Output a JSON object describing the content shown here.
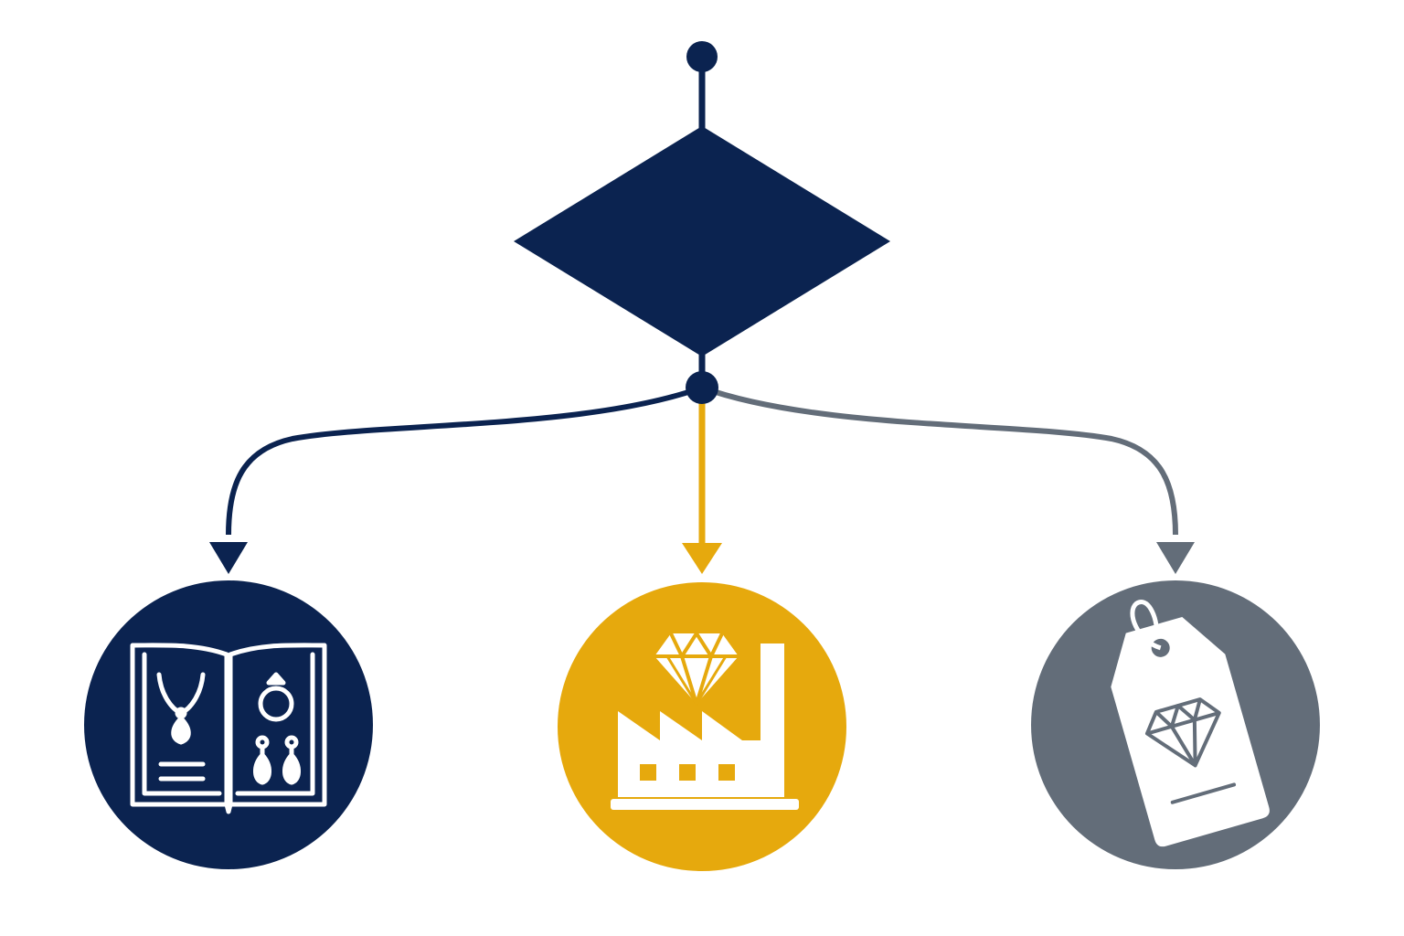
{
  "diagram": {
    "type": "decision-flowchart",
    "start": {
      "shape": "dot"
    },
    "decision": {
      "shape": "diamond",
      "label": ""
    },
    "branches": [
      {
        "id": "catalog",
        "icon": "jewelry-catalog-icon",
        "color": "#0b2350"
      },
      {
        "id": "factory",
        "icon": "diamond-factory-icon",
        "color": "#e6a90d"
      },
      {
        "id": "price-tag",
        "icon": "diamond-price-tag-icon",
        "color": "#636d79"
      }
    ]
  },
  "colors": {
    "navy": "#0b2350",
    "gold": "#e6a90d",
    "slate": "#636d79",
    "background": "#ffffff"
  }
}
